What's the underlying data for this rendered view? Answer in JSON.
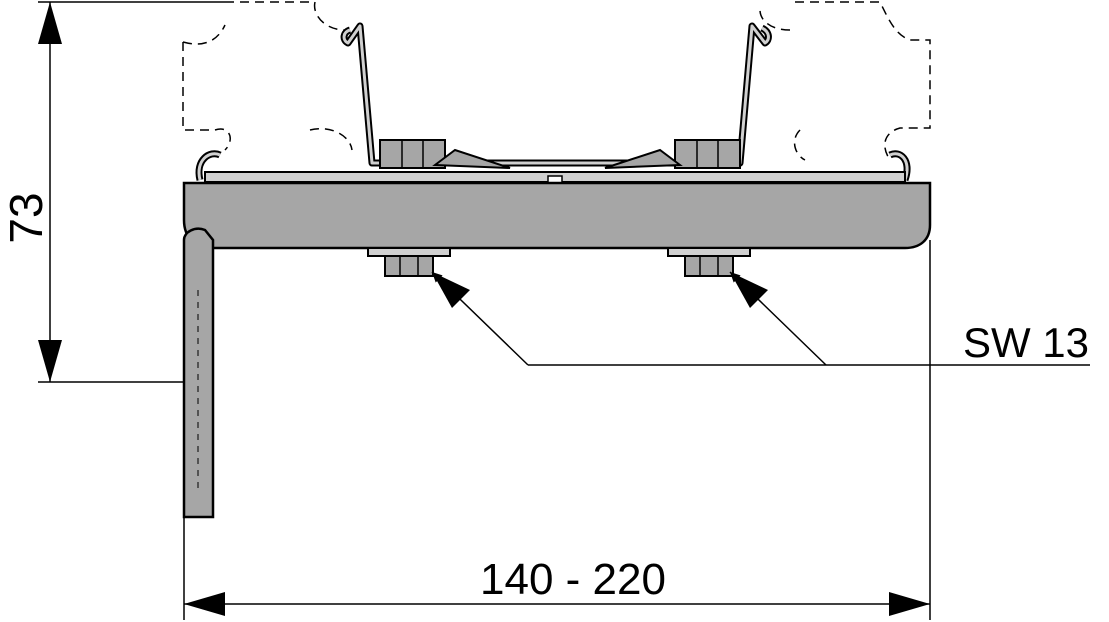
{
  "drawing": {
    "dimension_height": "73",
    "dimension_width": "140 - 220",
    "wrench_size_label": "SW 13"
  },
  "colors": {
    "line": "#000000",
    "part_fill": "#a6a6a6",
    "clip_fill": "#d0d0d0",
    "background": "#ffffff"
  }
}
